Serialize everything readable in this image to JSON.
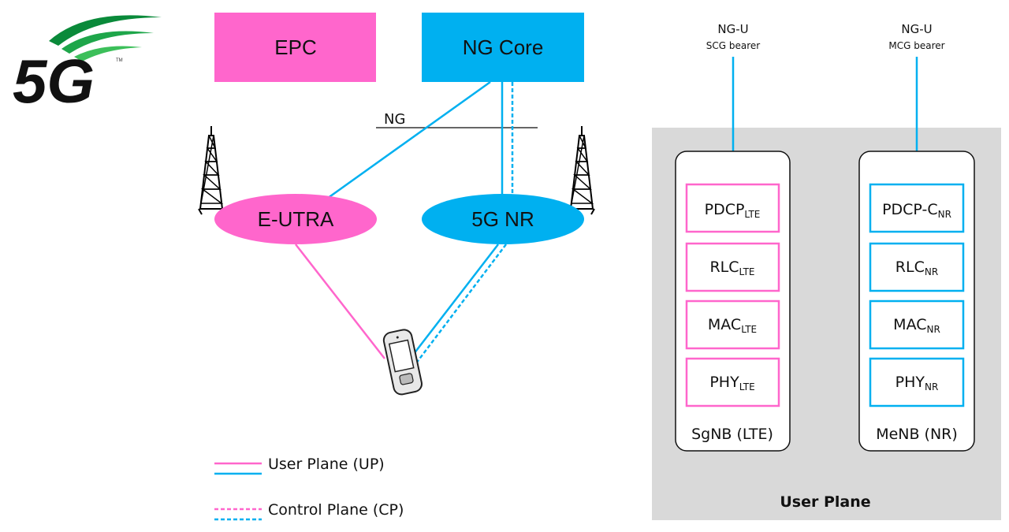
{
  "logo": {
    "text": "5G",
    "tm": "TM"
  },
  "left_diagram": {
    "epc": {
      "label": "EPC",
      "color": "#ff66cc"
    },
    "ng_core": {
      "label": "NG Core",
      "color": "#00b0f0"
    },
    "ng_interface": {
      "label": "NG"
    },
    "eutra": {
      "label": "E-UTRA",
      "color": "#ff66cc"
    },
    "nr": {
      "label": "5G NR",
      "color": "#00b0f0"
    }
  },
  "legend": {
    "user_plane": "User Plane (UP)",
    "control_plane": "Control Plane (CP)",
    "pink": "#ff66cc",
    "blue": "#00b0f0"
  },
  "right_diagram": {
    "panel_title": "User Plane",
    "panel_bg": "#d9d9d9",
    "bearers": [
      {
        "name": "NG-U",
        "type": "SCG bearer"
      },
      {
        "name": "NG-U",
        "type": "MCG bearer"
      }
    ],
    "stacks": [
      {
        "node": "SgNB (LTE)",
        "color": "#ff66cc",
        "layers": [
          {
            "base": "PDCP",
            "sub": "LTE"
          },
          {
            "base": "RLC",
            "sub": "LTE"
          },
          {
            "base": "MAC",
            "sub": "LTE"
          },
          {
            "base": "PHY",
            "sub": "LTE"
          }
        ]
      },
      {
        "node": "MeNB (NR)",
        "color": "#00b0f0",
        "layers": [
          {
            "base": "PDCP-C",
            "sub": "NR"
          },
          {
            "base": "RLC",
            "sub": "NR"
          },
          {
            "base": "MAC",
            "sub": "NR"
          },
          {
            "base": "PHY",
            "sub": "NR"
          }
        ]
      }
    ]
  }
}
